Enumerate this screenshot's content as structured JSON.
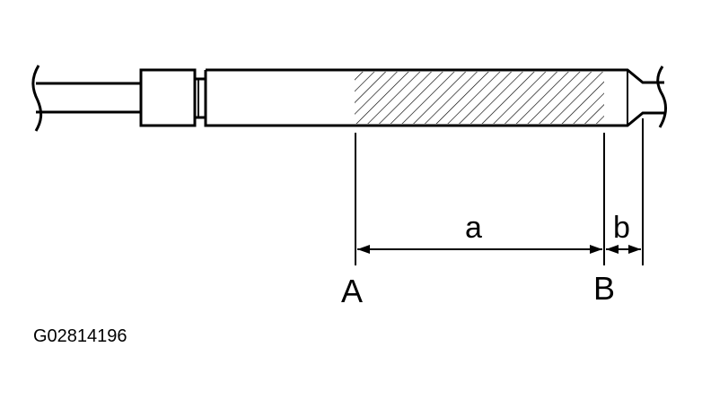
{
  "labels": {
    "dim_a": "a",
    "dim_b": "b",
    "point_a": "A",
    "point_b": "B",
    "figure_id": "G02814196"
  },
  "colors": {
    "stroke": "#000000",
    "background": "#ffffff"
  }
}
